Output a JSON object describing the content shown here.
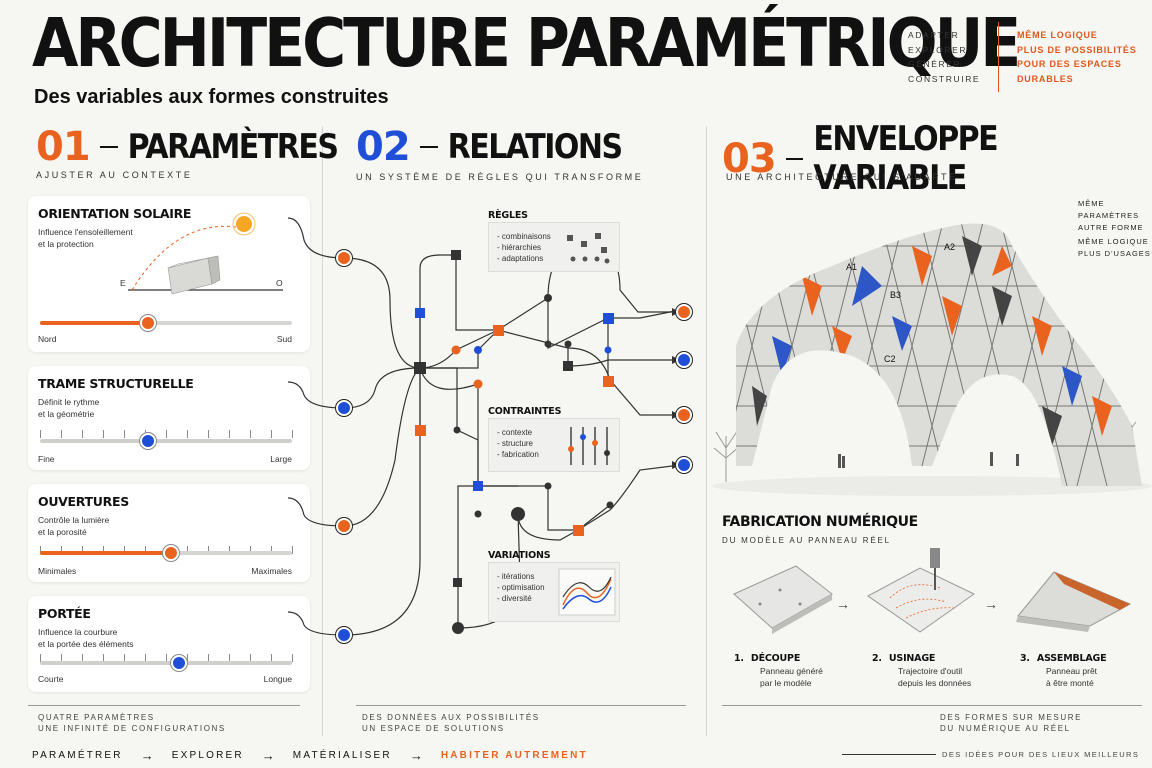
{
  "header": {
    "title": "ARCHITECTURE PARAMÉTRIQUE",
    "subtitle": "Des variables aux formes construites",
    "verbs": [
      "ADAPTER",
      "EXPLORER",
      "GÉNÉRER",
      "CONSTRUIRE"
    ],
    "benefits": [
      "MÊME LOGIQUE",
      "PLUS DE POSSIBILITÉS",
      "POUR DES ESPACES",
      "DURABLES"
    ]
  },
  "section1": {
    "number": "01",
    "name": "PARAMÈTRES",
    "kicker": "AJUSTER AU CONTEXTE",
    "cards": [
      {
        "title": "ORIENTATION SOLAIRE",
        "desc": [
          "Influence l'ensoleillement",
          "et la protection"
        ],
        "min": "Nord",
        "max": "Sud",
        "value": 0.43,
        "accent": "#e9631f",
        "ticks": false,
        "compass_e": "E",
        "compass_o": "O"
      },
      {
        "title": "TRAME STRUCTURELLE",
        "desc": [
          "Définit le rythme",
          "et la géométrie"
        ],
        "min": "Fine",
        "max": "Large",
        "value": 0.43,
        "accent": "#1e4fd6",
        "ticks": true
      },
      {
        "title": "OUVERTURES",
        "desc": [
          "Contrôle la lumière",
          "et la porosité"
        ],
        "min": "Minimales",
        "max": "Maximales",
        "value": 0.52,
        "accent": "#e9631f",
        "ticks": true
      },
      {
        "title": "PORTÉE",
        "desc": [
          "Influence la courbure",
          "et la portée des éléments"
        ],
        "min": "Courte",
        "max": "Longue",
        "value": 0.55,
        "accent": "#1e4fd6",
        "ticks": true
      }
    ],
    "footer": [
      "QUATRE PARAMÈTRES",
      "UNE INFINITÉ DE CONFIGURATIONS"
    ]
  },
  "section2": {
    "number": "02",
    "name": "RELATIONS",
    "kicker": "UN SYSTÈME DE RÈGLES QUI TRANSFORME",
    "boxes": [
      {
        "title": "RÈGLES",
        "items": [
          "- combinaisons",
          "- hiérarchies",
          "- adaptations"
        ]
      },
      {
        "title": "CONTRAINTES",
        "items": [
          "- contexte",
          "- structure",
          "- fabrication"
        ]
      },
      {
        "title": "VARIATIONS",
        "items": [
          "- itérations",
          "- optimisation",
          "- diversité"
        ]
      }
    ],
    "footer": [
      "DES DONNÉES AUX POSSIBILITÉS",
      "UN ESPACE DE SOLUTIONS"
    ]
  },
  "section3": {
    "number": "03",
    "name": "ENVELOPPE VARIABLE",
    "kicker": "UNE ARCHITECTURE QUI S'ADAPTE",
    "side_note": [
      "MÊME",
      "PARAMÈTRES",
      "AUTRE FORME",
      "MÊME LOGIQUE",
      "PLUS D'USAGES"
    ],
    "panel_labels": [
      "A1",
      "A2",
      "B3",
      "C2"
    ],
    "fabrication": {
      "title": "FABRICATION NUMÉRIQUE",
      "subtitle": "DU MODÈLE AU PANNEAU RÉEL",
      "steps": [
        {
          "num": "1.",
          "name": "DÉCOUPE",
          "desc": [
            "Panneau généré",
            "par le modèle"
          ]
        },
        {
          "num": "2.",
          "name": "USINAGE",
          "desc": [
            "Trajectoire d'outil",
            "depuis les données"
          ]
        },
        {
          "num": "3.",
          "name": "ASSEMBLAGE",
          "desc": [
            "Panneau prêt",
            "à être monté"
          ]
        }
      ],
      "arrow": "→"
    },
    "footer": [
      "DES FORMES SUR MESURE",
      "DU NUMÉRIQUE AU RÉEL"
    ]
  },
  "bottom_bar": {
    "steps": [
      "PARAMÉTRER",
      "EXPLORER",
      "MATÉRIALISER",
      "HABITER AUTREMENT"
    ],
    "arrow": "→",
    "tagline": "DES IDÉES POUR DES LIEUX MEILLEURS"
  },
  "colors": {
    "orange": "#e9631f",
    "blue": "#1e4fd6",
    "ink": "#111111"
  }
}
